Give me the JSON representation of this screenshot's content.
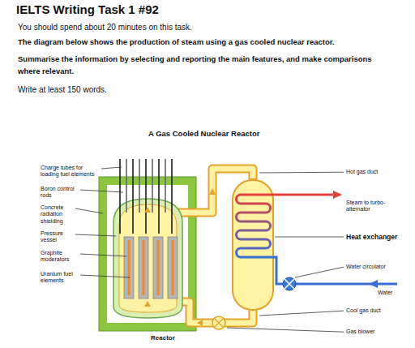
{
  "diagram": {
    "title": "IELTS Writing Task 1 #92",
    "labels": [
      "You should spend about 20 minutes on this task.",
      "The diagram below shows the production of steam using a gas cooled nuclear reactor.",
      "Summarise the information by selecting and reporting the main features, and make comparisons where relevant.",
      "Write at least 150 words.",
      "A Gas Cooled Nuclear Reactor",
      "Charge tubes for loading fuel elements",
      "Boron control rods",
      "Concrete radiation shielding",
      "Pressure vessel",
      "Graphite moderators",
      "Uranium fuel elements",
      "Reactor",
      "Hot gas duct",
      "Steam to turbo-alternator",
      "Heat exchanger",
      "Water circulator",
      "Water",
      "Cool gas duct",
      "Gas blower"
    ]
  }
}
